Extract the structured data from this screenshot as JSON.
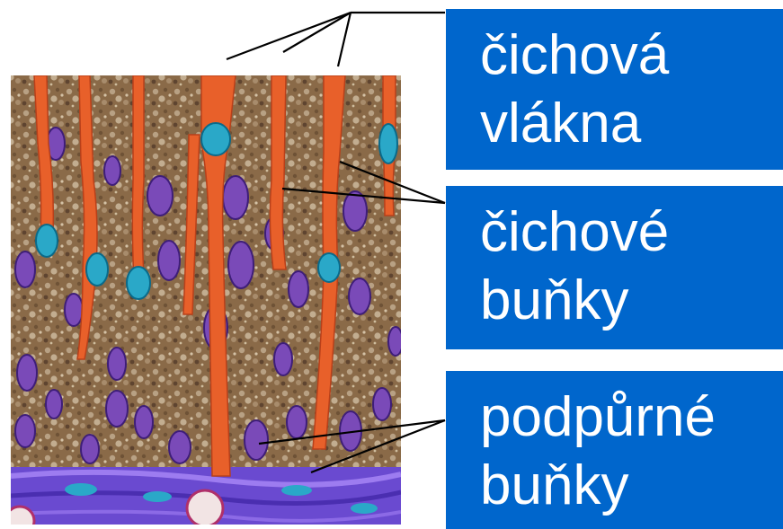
{
  "labels": [
    {
      "lines": [
        "čichová",
        "vlákna"
      ]
    },
    {
      "lines": [
        "čichové",
        "buňky"
      ]
    },
    {
      "lines": [
        "podpůrné",
        "buňky"
      ]
    }
  ],
  "colors": {
    "label_background": "#0066cc",
    "label_text": "#ffffff",
    "tissue_matrix": "#8a6a48",
    "olfactory_cell": "#e8602a",
    "support_cell_nucleus": "#7a4ab8",
    "olfactory_cell_nucleus": "#2aa8c8",
    "basal_layer": "#6a4ad0",
    "leader_line": "#000000"
  }
}
